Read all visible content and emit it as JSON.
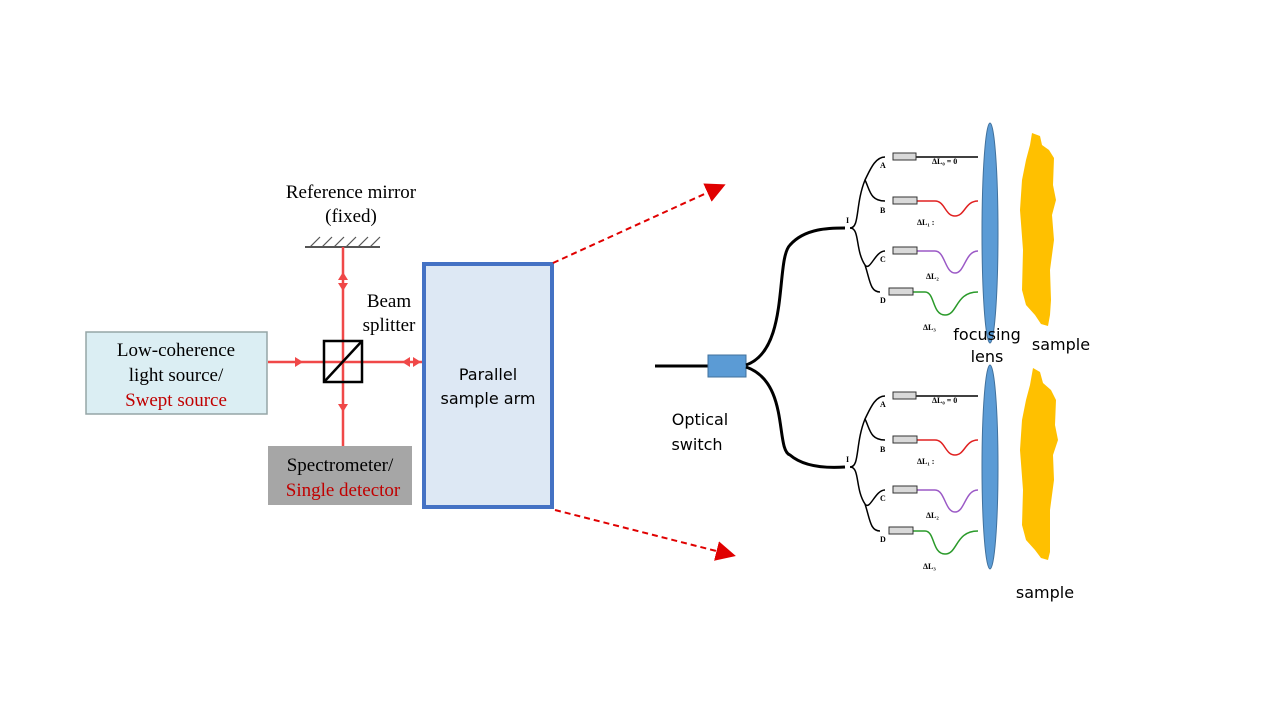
{
  "left_setup": {
    "source": {
      "line1": "Low-coherence",
      "line2": "light source/",
      "line3": "Swept source"
    },
    "reference_mirror": {
      "line1": "Reference mirror",
      "line2": "(fixed)"
    },
    "beam_splitter": {
      "line1": "Beam",
      "line2": "splitter"
    },
    "detector": {
      "line1": "Spectrometer/",
      "line2": "Single detector"
    },
    "sample_arm": {
      "line1": "Parallel",
      "line2": "sample arm"
    }
  },
  "right_setup": {
    "optical_switch": {
      "line1": "Optical",
      "line2": "switch"
    },
    "focusing_lens": {
      "line1": "focusing",
      "line2": "lens"
    },
    "sample_top": "sample",
    "sample_bottom": "sample",
    "modules": [
      {
        "splitter_label": "I",
        "channels": [
          {
            "label": "A",
            "delay": "ΔL₀ = 0",
            "color": "#000000"
          },
          {
            "label": "B",
            "delay": "ΔL₁ :",
            "color": "#e02020"
          },
          {
            "label": "C",
            "delay": "ΔL₂",
            "color": "#9b59c6"
          },
          {
            "label": "D",
            "delay": "ΔL₃",
            "color": "#2a9a2a"
          }
        ]
      },
      {
        "splitter_label": "I",
        "channels": [
          {
            "label": "A",
            "delay": "ΔL₀ = 0",
            "color": "#000000"
          },
          {
            "label": "B",
            "delay": "ΔL₁ :",
            "color": "#e02020"
          },
          {
            "label": "C",
            "delay": "ΔL₂",
            "color": "#9b59c6"
          },
          {
            "label": "D",
            "delay": "ΔL₃",
            "color": "#2a9a2a"
          }
        ]
      }
    ]
  },
  "colors": {
    "beam": "#f04848",
    "source_fill": "#dbeef3",
    "detector_fill": "#a6a6a6",
    "arm_fill": "#dde8f4",
    "arm_border": "#4472c4",
    "switch_fill": "#5b9bd5",
    "lens_fill": "#5b9bd5",
    "sample_fill": "#ffc000",
    "accent_red": "#c00000"
  }
}
